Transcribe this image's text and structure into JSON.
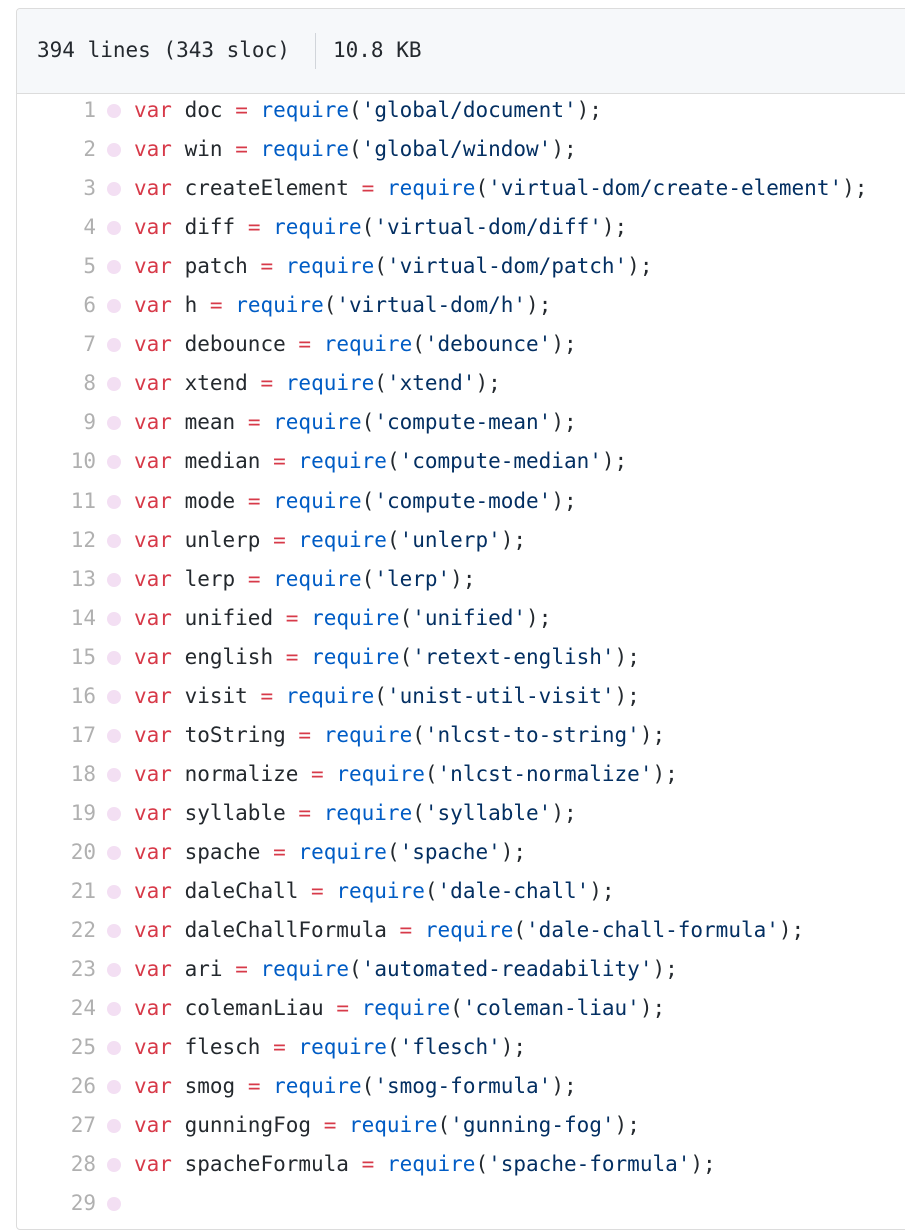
{
  "header": {
    "lines_info": "394 lines (343 sloc)",
    "size_info": "10.8 KB"
  },
  "code": {
    "keyword": "var",
    "assign": "=",
    "func": "require",
    "lines": [
      {
        "num": "1",
        "name": "doc",
        "module": "'global/document'"
      },
      {
        "num": "2",
        "name": "win",
        "module": "'global/window'"
      },
      {
        "num": "3",
        "name": "createElement",
        "module": "'virtual-dom/create-element'"
      },
      {
        "num": "4",
        "name": "diff",
        "module": "'virtual-dom/diff'"
      },
      {
        "num": "5",
        "name": "patch",
        "module": "'virtual-dom/patch'"
      },
      {
        "num": "6",
        "name": "h",
        "module": "'virtual-dom/h'"
      },
      {
        "num": "7",
        "name": "debounce",
        "module": "'debounce'"
      },
      {
        "num": "8",
        "name": "xtend",
        "module": "'xtend'"
      },
      {
        "num": "9",
        "name": "mean",
        "module": "'compute-mean'"
      },
      {
        "num": "10",
        "name": "median",
        "module": "'compute-median'"
      },
      {
        "num": "11",
        "name": "mode",
        "module": "'compute-mode'"
      },
      {
        "num": "12",
        "name": "unlerp",
        "module": "'unlerp'"
      },
      {
        "num": "13",
        "name": "lerp",
        "module": "'lerp'"
      },
      {
        "num": "14",
        "name": "unified",
        "module": "'unified'"
      },
      {
        "num": "15",
        "name": "english",
        "module": "'retext-english'"
      },
      {
        "num": "16",
        "name": "visit",
        "module": "'unist-util-visit'"
      },
      {
        "num": "17",
        "name": "toString",
        "module": "'nlcst-to-string'"
      },
      {
        "num": "18",
        "name": "normalize",
        "module": "'nlcst-normalize'"
      },
      {
        "num": "19",
        "name": "syllable",
        "module": "'syllable'"
      },
      {
        "num": "20",
        "name": "spache",
        "module": "'spache'"
      },
      {
        "num": "21",
        "name": "daleChall",
        "module": "'dale-chall'"
      },
      {
        "num": "22",
        "name": "daleChallFormula",
        "module": "'dale-chall-formula'"
      },
      {
        "num": "23",
        "name": "ari",
        "module": "'automated-readability'"
      },
      {
        "num": "24",
        "name": "colemanLiau",
        "module": "'coleman-liau'"
      },
      {
        "num": "25",
        "name": "flesch",
        "module": "'flesch'"
      },
      {
        "num": "26",
        "name": "smog",
        "module": "'smog-formula'"
      },
      {
        "num": "27",
        "name": "gunningFog",
        "module": "'gunning-fog'"
      },
      {
        "num": "28",
        "name": "spacheFormula",
        "module": "'spache-formula'"
      },
      {
        "num": "29",
        "name": "",
        "module": ""
      }
    ]
  },
  "colors": {
    "keyword": "#d73a49",
    "function": "#005cc5",
    "string": "#032f62",
    "line_number": "#b0b0b0",
    "gutter_dot": "#f3dff3",
    "header_bg": "#f6f8fa"
  }
}
